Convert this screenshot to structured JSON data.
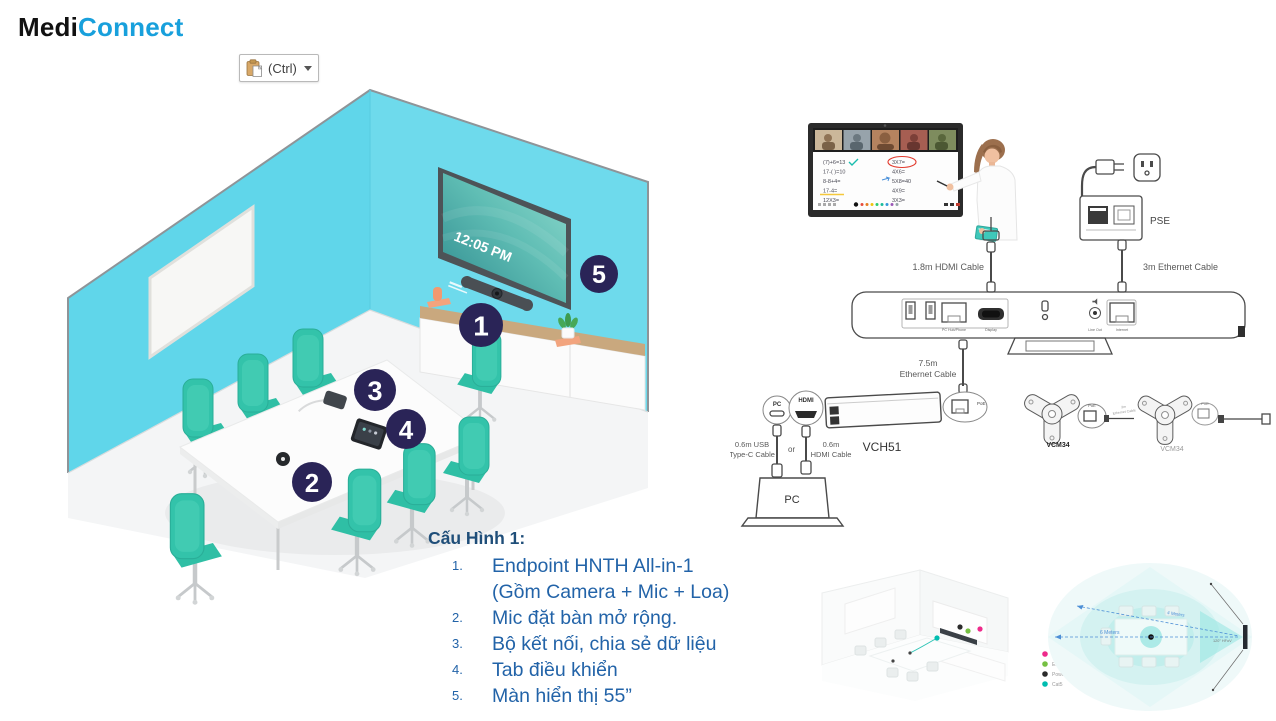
{
  "brand": {
    "part1": "Medi",
    "part2": "Connect",
    "accent_color": "#18A0DC"
  },
  "paste_button": {
    "label": "(Ctrl)"
  },
  "room": {
    "tv_time": "12:05 PM",
    "badge_color": "#2A2457",
    "badges": [
      {
        "n": "1"
      },
      {
        "n": "2"
      },
      {
        "n": "3"
      },
      {
        "n": "4"
      },
      {
        "n": "5"
      }
    ]
  },
  "diagram": {
    "display": {
      "eq_left": [
        "(7)+6=13",
        "17-( )=10",
        "8-8+4=",
        "17-4=",
        "12X3="
      ],
      "eq_right": [
        "3X7=",
        "4X6=",
        "5X8=40",
        "4X9=",
        "3X3="
      ]
    },
    "labels": {
      "hdmi_cable": "1.8m HDMI Cable",
      "eth_3m": "3m Ethernet Cable",
      "pse": "PSE",
      "eth_75_line1": "7.5m",
      "eth_75_line2": "Ethernet Cable",
      "usb_line1": "0.6m USB",
      "usb_line2": "Type-C Cable",
      "or": "or",
      "hdmi06_line1": "0.6m",
      "hdmi06_line2": "HDMI Cable",
      "vch": "VCH51",
      "pc_callout": "PC",
      "hdmi_callout": "HDMI",
      "poe_vch": "PoE",
      "poe_mic1": "PoE",
      "poe_mic2": "PoE",
      "mic_cable_line1": "3m",
      "mic_cable_line2": "Ethernet Cable",
      "vcm_1": "VCM34",
      "vcm_2": "VCM34",
      "laptop": "PC"
    },
    "bar_ports": [
      "PC Hub/Phone",
      "Display",
      "Line Out",
      "Internet"
    ]
  },
  "config": {
    "title": "Cấu Hình 1:",
    "title_color": "#1F4E79",
    "item_color": "#2263A8",
    "items": [
      {
        "num": "1.",
        "line1": "Endpoint HNTH All-in-1",
        "line2": "(Gồm Camera + Mic + Loa)"
      },
      {
        "num": "2.",
        "line1": "Mic đặt bàn mở rộng."
      },
      {
        "num": "3.",
        "line1": "Bộ kết nối, chia sẻ dữ liệu"
      },
      {
        "num": "4.",
        "line1": "Tab điều khiển"
      },
      {
        "num": "5.",
        "line1": "Màn hiển thị 55”"
      }
    ]
  },
  "coverage": {
    "legend": [
      {
        "label": "HDMI",
        "color": "#EE2A8B"
      },
      {
        "label": "Ether",
        "color": "#76C043"
      },
      {
        "label": "Powe",
        "color": "#2B2B2B"
      },
      {
        "label": "Cat5",
        "color": "#00BDB0"
      }
    ],
    "meters_main": "6 Meters",
    "meters_diag": "4 Meters",
    "hfov": "120° HFoV"
  }
}
